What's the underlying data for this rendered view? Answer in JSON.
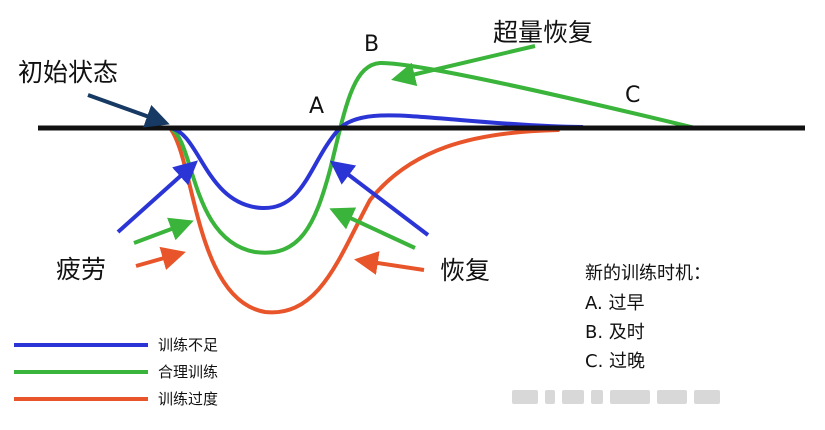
{
  "labels": {
    "initial_state": "初始状态",
    "supercompensation": "超量恢复",
    "fatigue": "疲劳",
    "recovery": "恢复",
    "point_a": "A",
    "point_b": "B",
    "point_c": "C"
  },
  "note": {
    "title": "新的训练时机：",
    "items": [
      "A. 过早",
      "B. 及时",
      "C. 过晚"
    ]
  },
  "legend": [
    {
      "label": "训练不足",
      "color": "#2b35d6"
    },
    {
      "label": "合理训练",
      "color": "#3ab43a"
    },
    {
      "label": "训练过度",
      "color": "#e8552a"
    }
  ],
  "colors": {
    "baseline": "#111111",
    "arrow_dark": "#163a63",
    "under": "#2b35d6",
    "proper": "#3ab43a",
    "over": "#e8552a"
  }
}
